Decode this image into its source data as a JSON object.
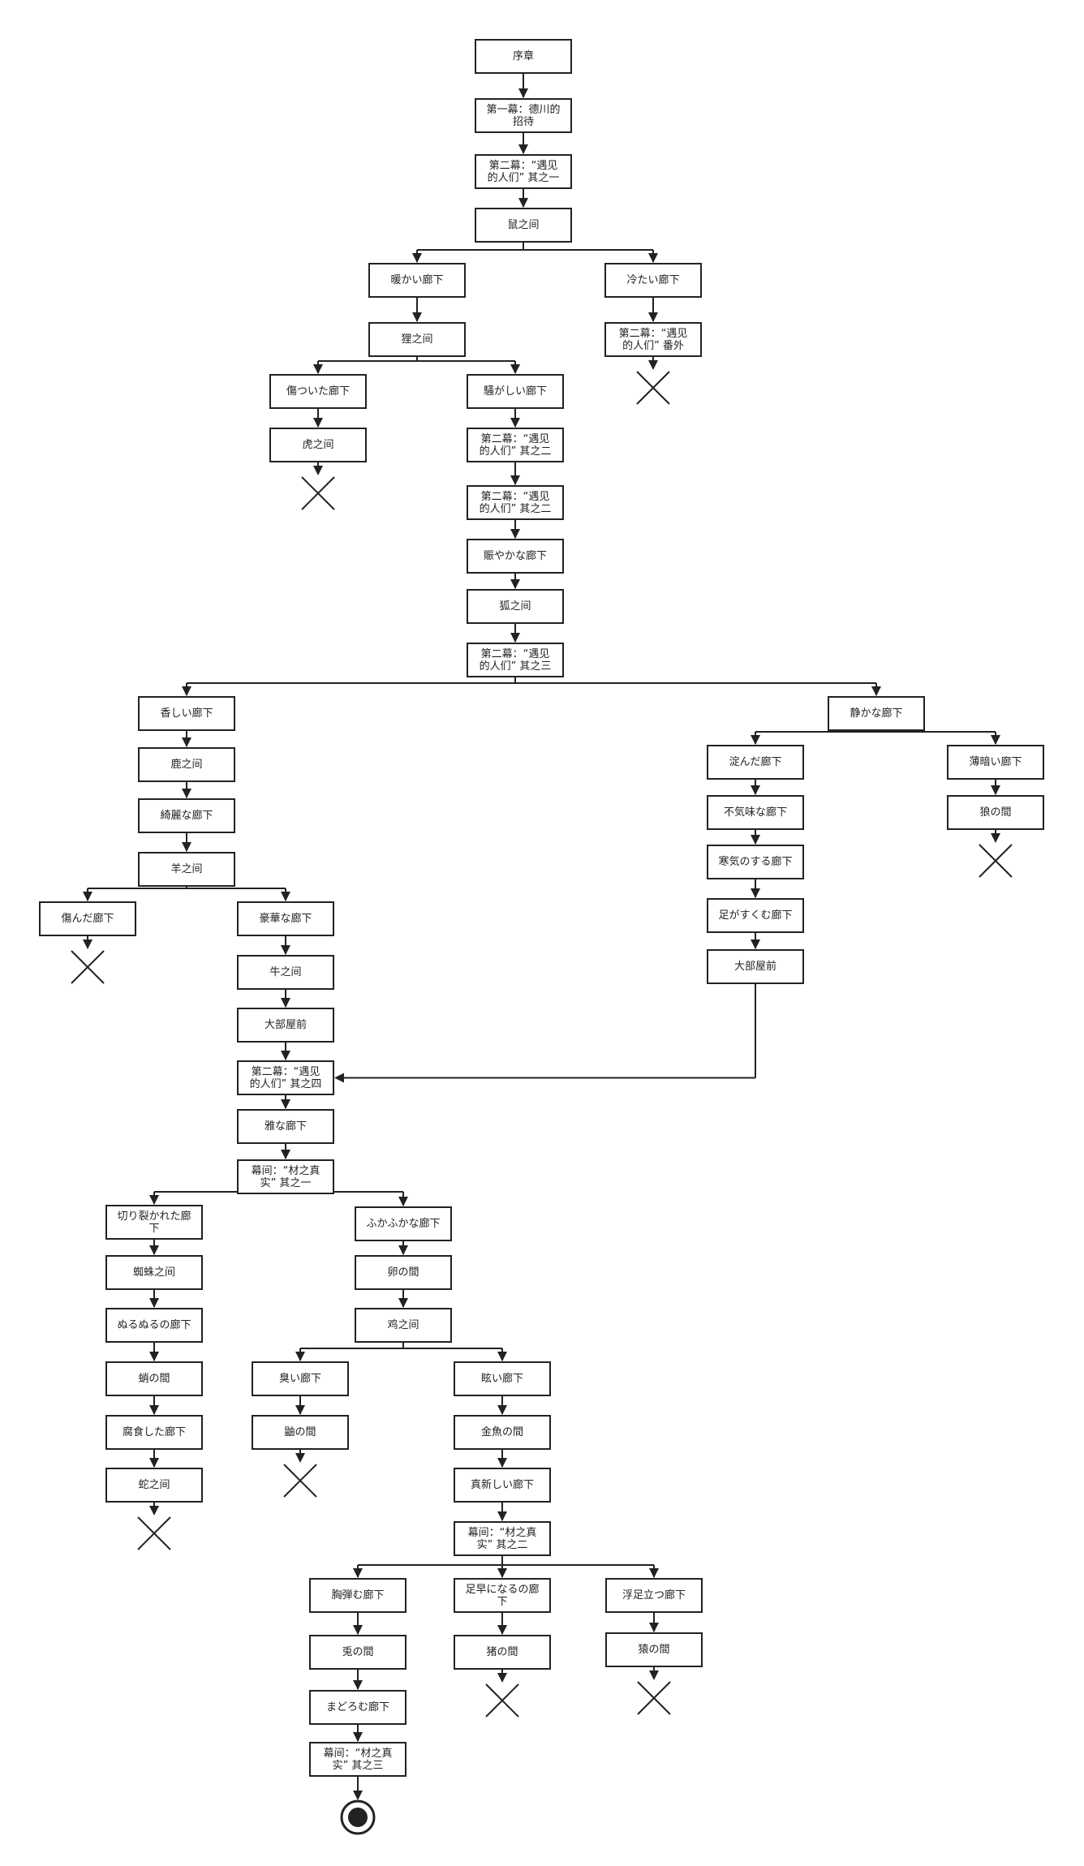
{
  "nodes": {
    "n0": "序章",
    "n1": "第一幕：德川的\n招待",
    "n2": "第二幕：“遇见\n的人们” 其之一",
    "n3": "鼠之间",
    "n4": "暖かい廊下",
    "n5": "冷たい廊下",
    "n6": "狸之间",
    "n7": "第二幕：“遇见\n的人们” 番外",
    "n8": "傷ついた廊下",
    "n9": "騒がしい廊下",
    "n10": "虎之间",
    "n11": "第二幕：“遇见\n的人们” 其之二",
    "n12": "第二幕：“遇见\n的人们” 其之二",
    "n13": "賑やかな廊下",
    "n14": "狐之间",
    "n15": "第二幕：“遇见\n的人们” 其之三",
    "n16": "香しい廊下",
    "n17": "静かな廊下",
    "n18": "鹿之间",
    "n19": "淀んだ廊下",
    "n20": "薄暗い廊下",
    "n21": "綺麗な廊下",
    "n22": "不気味な廊下",
    "n23": "狼の間",
    "n24": "羊之间",
    "n25": "寒気のする廊下",
    "n26": "傷んだ廊下",
    "n27": "豪華な廊下",
    "n28": "足がすくむ廊下",
    "n29": "牛之间",
    "n30": "大部屋前",
    "n31": "大部屋前",
    "n32": "第二幕：“遇见\n的人们” 其之四",
    "n33": "雅な廊下",
    "n34": "幕间：“材之真\n实” 其之一",
    "n35": "切り裂かれた廊\n下",
    "n36": "ふかふかな廊下",
    "n37": "蜘蛛之间",
    "n38": "卵の間",
    "n39": "ぬるぬるの廊下",
    "n40": "鸡之间",
    "n41": "蛸の間",
    "n42": "臭い廊下",
    "n43": "眩い廊下",
    "n44": "腐食した廊下",
    "n45": "鼬の間",
    "n46": "金魚の間",
    "n47": "蛇之间",
    "n48": "真新しい廊下",
    "n49": "幕间：“材之真\n实” 其之二",
    "n50": "胸弾む廊下",
    "n51": "足早になるの廊\n下",
    "n52": "浮足立つ廊下",
    "n53": "兎の間",
    "n54": "猪の間",
    "n55": "猿の間",
    "n56": "まどろむ廊下",
    "n57": "幕间：“材之真\n实” 其之三"
  },
  "colors": {
    "line": "#222222",
    "box_border": "#222222",
    "background": "#ffffff"
  },
  "icons": {
    "dead_end": "x-mark-icon",
    "final": "end-node-icon"
  }
}
